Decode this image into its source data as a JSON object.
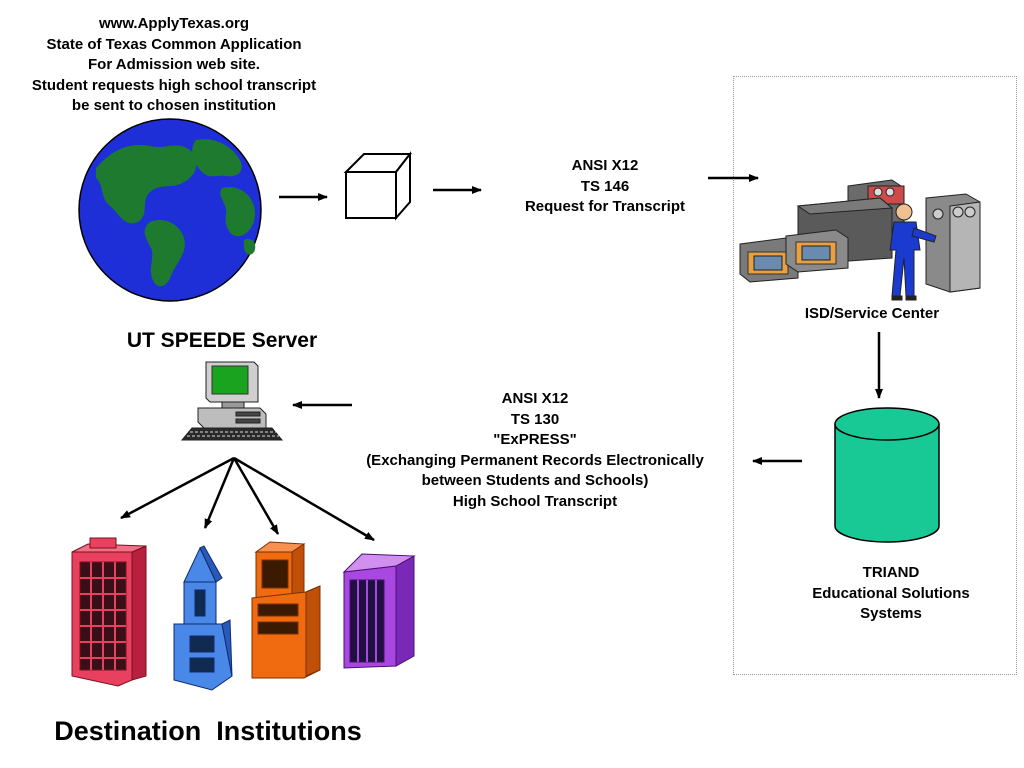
{
  "website": {
    "lines": [
      "www.ApplyTexas.org",
      "State of Texas Common Application",
      "For Admission web site.",
      "Student requests high school transcript",
      "be sent to chosen institution"
    ]
  },
  "request": {
    "lines": [
      "ANSI X12",
      "TS 146",
      "Request for Transcript"
    ]
  },
  "service_center": {
    "label": "ISD/Service Center"
  },
  "server": {
    "label": "UT SPEEDE Server"
  },
  "express": {
    "lines": [
      "ANSI X12",
      "TS 130",
      "\"ExPRESS\"",
      "(Exchanging Permanent Records Electronically",
      "between Students and Schools)",
      "High School Transcript"
    ]
  },
  "triand": {
    "lines": [
      "TRIAND",
      "Educational Solutions",
      "Systems"
    ]
  },
  "destinations": {
    "label": "Destination  Institutions"
  },
  "icons": {
    "globe": "globe-icon",
    "cube": "package-cube-icon",
    "mainframe": "mainframe-operator-icon",
    "computer": "desktop-computer-icon",
    "database": "database-cylinder-icon",
    "buildings": [
      "red-building-icon",
      "blue-tower-icon",
      "orange-building-icon",
      "purple-building-icon"
    ]
  },
  "colors": {
    "ocean": "#1f2fd8",
    "land": "#1e7a2e",
    "database": "#19c995",
    "screen": "#1aa31f",
    "building_red": "#e8405e",
    "building_blue": "#4a88e8",
    "building_orange": "#f06a10",
    "building_purple": "#a848e0"
  }
}
